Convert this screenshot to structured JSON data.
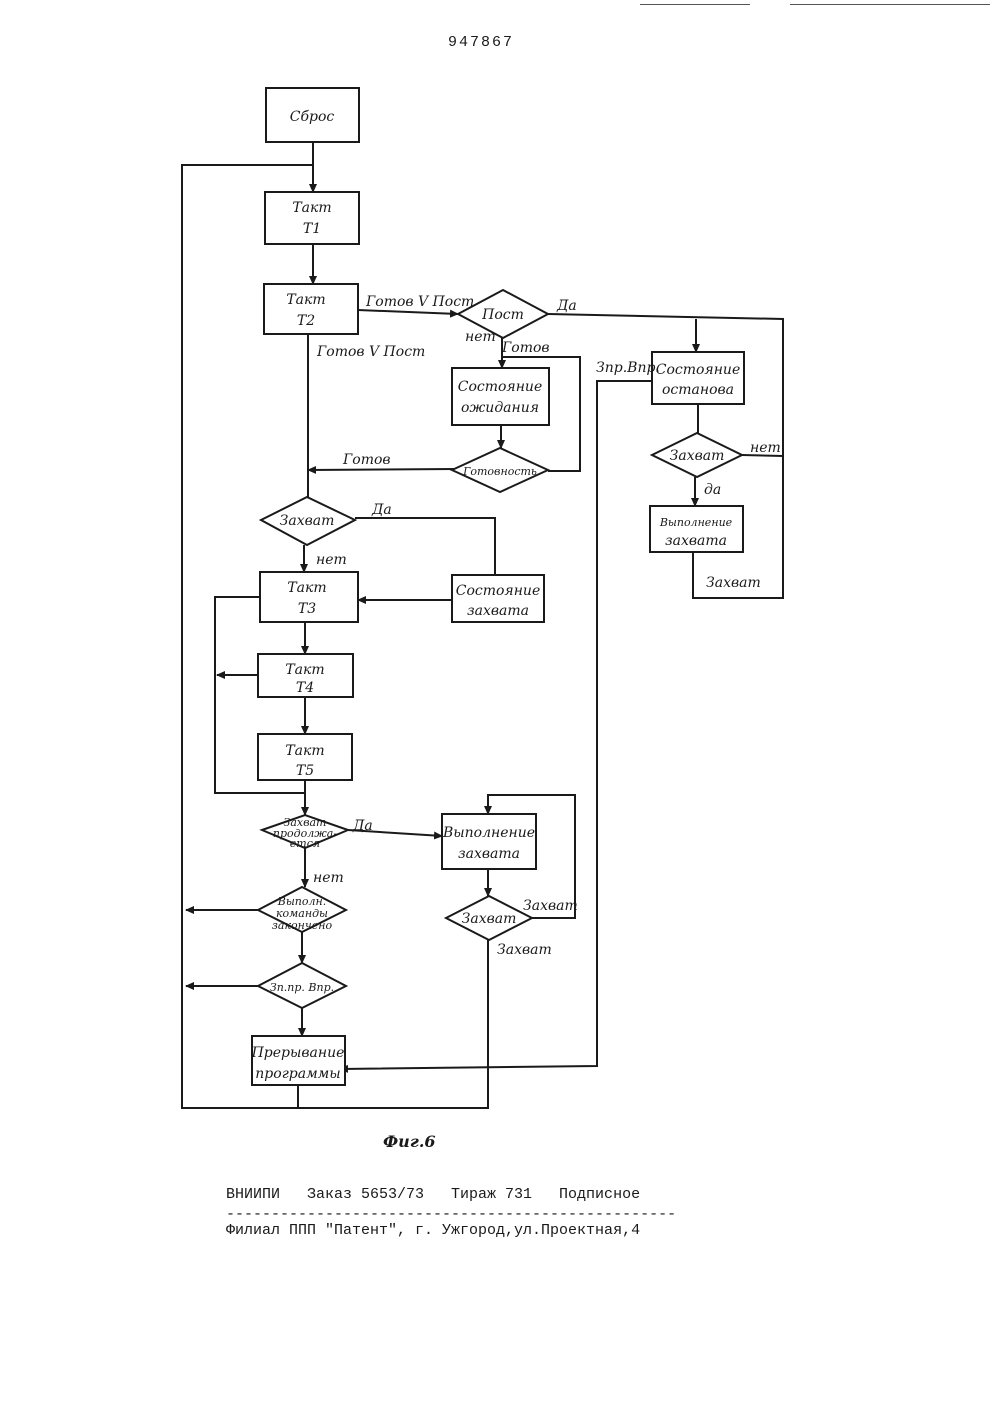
{
  "header": {
    "patent_number": "947867"
  },
  "figure": {
    "caption": "Фиг.6"
  },
  "blocks": {
    "sbros": "Сброс",
    "takt_t1": [
      "Такт",
      "T1"
    ],
    "takt_t2": [
      "Такт",
      "T2"
    ],
    "takt_t3": [
      "Такт",
      "T3"
    ],
    "takt_t4": [
      "Такт",
      "T4"
    ],
    "takt_t5": [
      "Такт",
      "T5"
    ],
    "sost_ozhidaniya": [
      "Состояние",
      "ожидания"
    ],
    "sost_ostanova": [
      "Состояние",
      "останова"
    ],
    "sost_zahvata": [
      "Состояние",
      "захвата"
    ],
    "vypoln_zahvata_right": [
      "Выполнение",
      "захвата"
    ],
    "vypoln_zahvata_mid": [
      "Выполнение",
      "захвата"
    ],
    "preryvanie": [
      "Прерывание",
      "программы"
    ]
  },
  "decisions": {
    "post": "Пост",
    "gotovnost": "Готовность",
    "zahvat_top": "Захват",
    "zahvat_right": "Захват",
    "zahvat_prodolzh": [
      "Захват",
      "продолжа-",
      "ется"
    ],
    "zahvat_mid": "Захват",
    "vypoln_komandy": [
      "Выполн.",
      "команды",
      "закончено"
    ],
    "zappr": "Зп.пр. Впр."
  },
  "labels": {
    "gotov_v_post_1": "Готов V Пост",
    "gotov_v_post_2": "Готов V Пост",
    "da_post": "Да",
    "net_post": "нет",
    "gotov_loop": "Готов",
    "gotov_left": "Готов",
    "zapr_vpr": "Зпр.Впр.",
    "net_right": "нет",
    "da_right": "да",
    "zahvat_right_out": "Захват",
    "da_zahvat_top": "Да",
    "net_zahvat_top": "нет",
    "da_prodolzh": "Да",
    "net_prodolzh": "нет",
    "zahvat_loop": "Захват",
    "zahvat_mid_out": "Захват"
  },
  "footer": {
    "line1": "ВНИИПИ   Заказ 5653/73   Тираж 731   Подписное",
    "line2": "--------------------------------------------------",
    "line3": "Филиал ППП \"Патент\", г. Ужгород,ул.Проектная,4"
  }
}
